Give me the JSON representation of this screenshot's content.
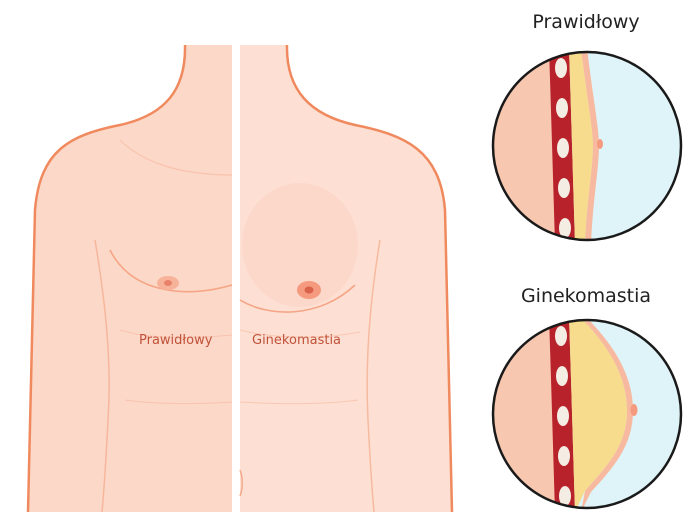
{
  "torso": {
    "left_label": "Prawidłowy",
    "right_label": "Ginekomastia"
  },
  "insets": {
    "normal": {
      "title": "Prawidłowy"
    },
    "gynecomastia": {
      "title": "Ginekomastia"
    }
  },
  "colors": {
    "skin": "#fcd8c8",
    "skin_light": "#ffe6dc",
    "outline": "#f08a5e",
    "label": "#c1523a",
    "muscle": "#b8232b",
    "rib": "#f4ede4",
    "fat": "#f6dc8c",
    "air": "#dff4f8"
  }
}
